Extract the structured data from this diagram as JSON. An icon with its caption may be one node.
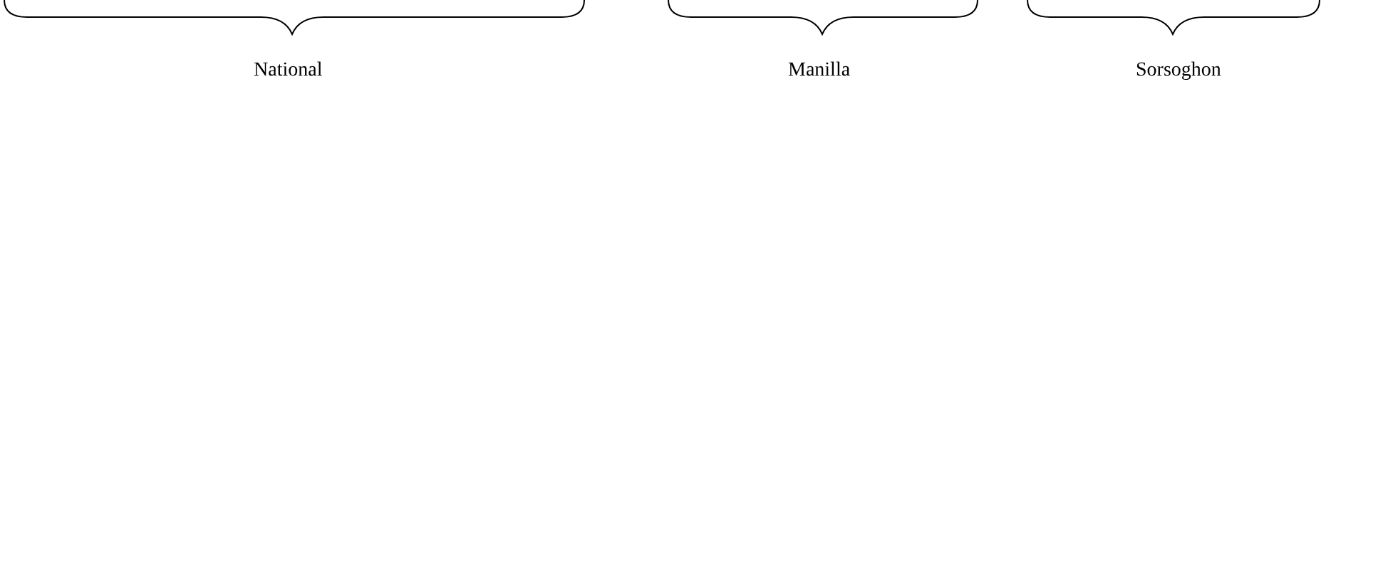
{
  "diagram": {
    "labels": [
      "National",
      "Manilla",
      "Sorsoghon"
    ]
  }
}
